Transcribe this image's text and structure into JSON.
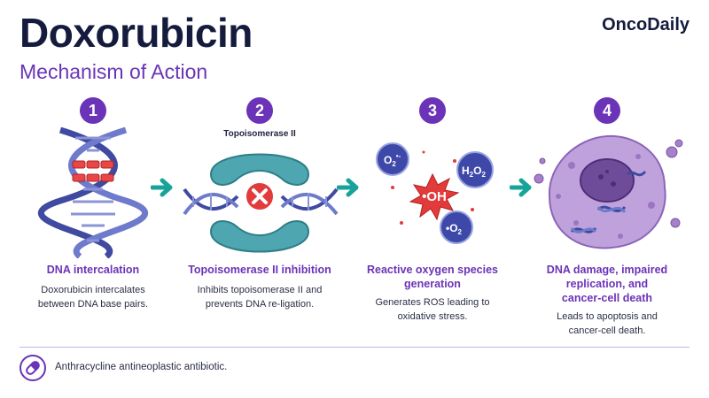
{
  "header": {
    "title": "Doxorubicin",
    "subtitle": "Mechanism of Action",
    "brand": "OncoDaily"
  },
  "steps": [
    {
      "number": "1",
      "title": "DNA intercalation",
      "desc_lines": [
        "Doxorubicin intercalates",
        "between DNA base pairs."
      ]
    },
    {
      "number": "2",
      "title": "Topoisomerase II inhibition",
      "desc_lines": [
        "Inhibits topoisomerase II and",
        "prevents DNA re-ligation."
      ],
      "illustration_label": "Topoisomerase II"
    },
    {
      "number": "3",
      "title_lines": [
        "Reactive oxygen species",
        "generation"
      ],
      "desc_lines": [
        "Generates ROS leading to",
        "oxidative stress."
      ],
      "ros_labels": {
        "hydroxyl": "•OH",
        "superoxide": "O",
        "superoxide_sub": "2",
        "superoxide_sup": "•-",
        "peroxide_h": "H",
        "peroxide_sub1": "2",
        "peroxide_o": "O",
        "peroxide_sub2": "2",
        "singlet": "•O",
        "singlet_sub": "2"
      }
    },
    {
      "number": "4",
      "title_lines": [
        "DNA damage, impaired",
        "replication, and",
        "cancer-cell death"
      ],
      "desc_lines": [
        "Leads to apoptosis and",
        "cancer-cell death."
      ]
    }
  ],
  "footer": {
    "text": "Anthracycline antineoplastic antibiotic.",
    "icon": "pill-icon"
  },
  "colors": {
    "purple": "#6b33b8",
    "navy": "#141b3c",
    "teal": "#17a39a",
    "dna_blue": "#5864b8",
    "red": "#e23b3b",
    "cell": "#a680c9"
  }
}
